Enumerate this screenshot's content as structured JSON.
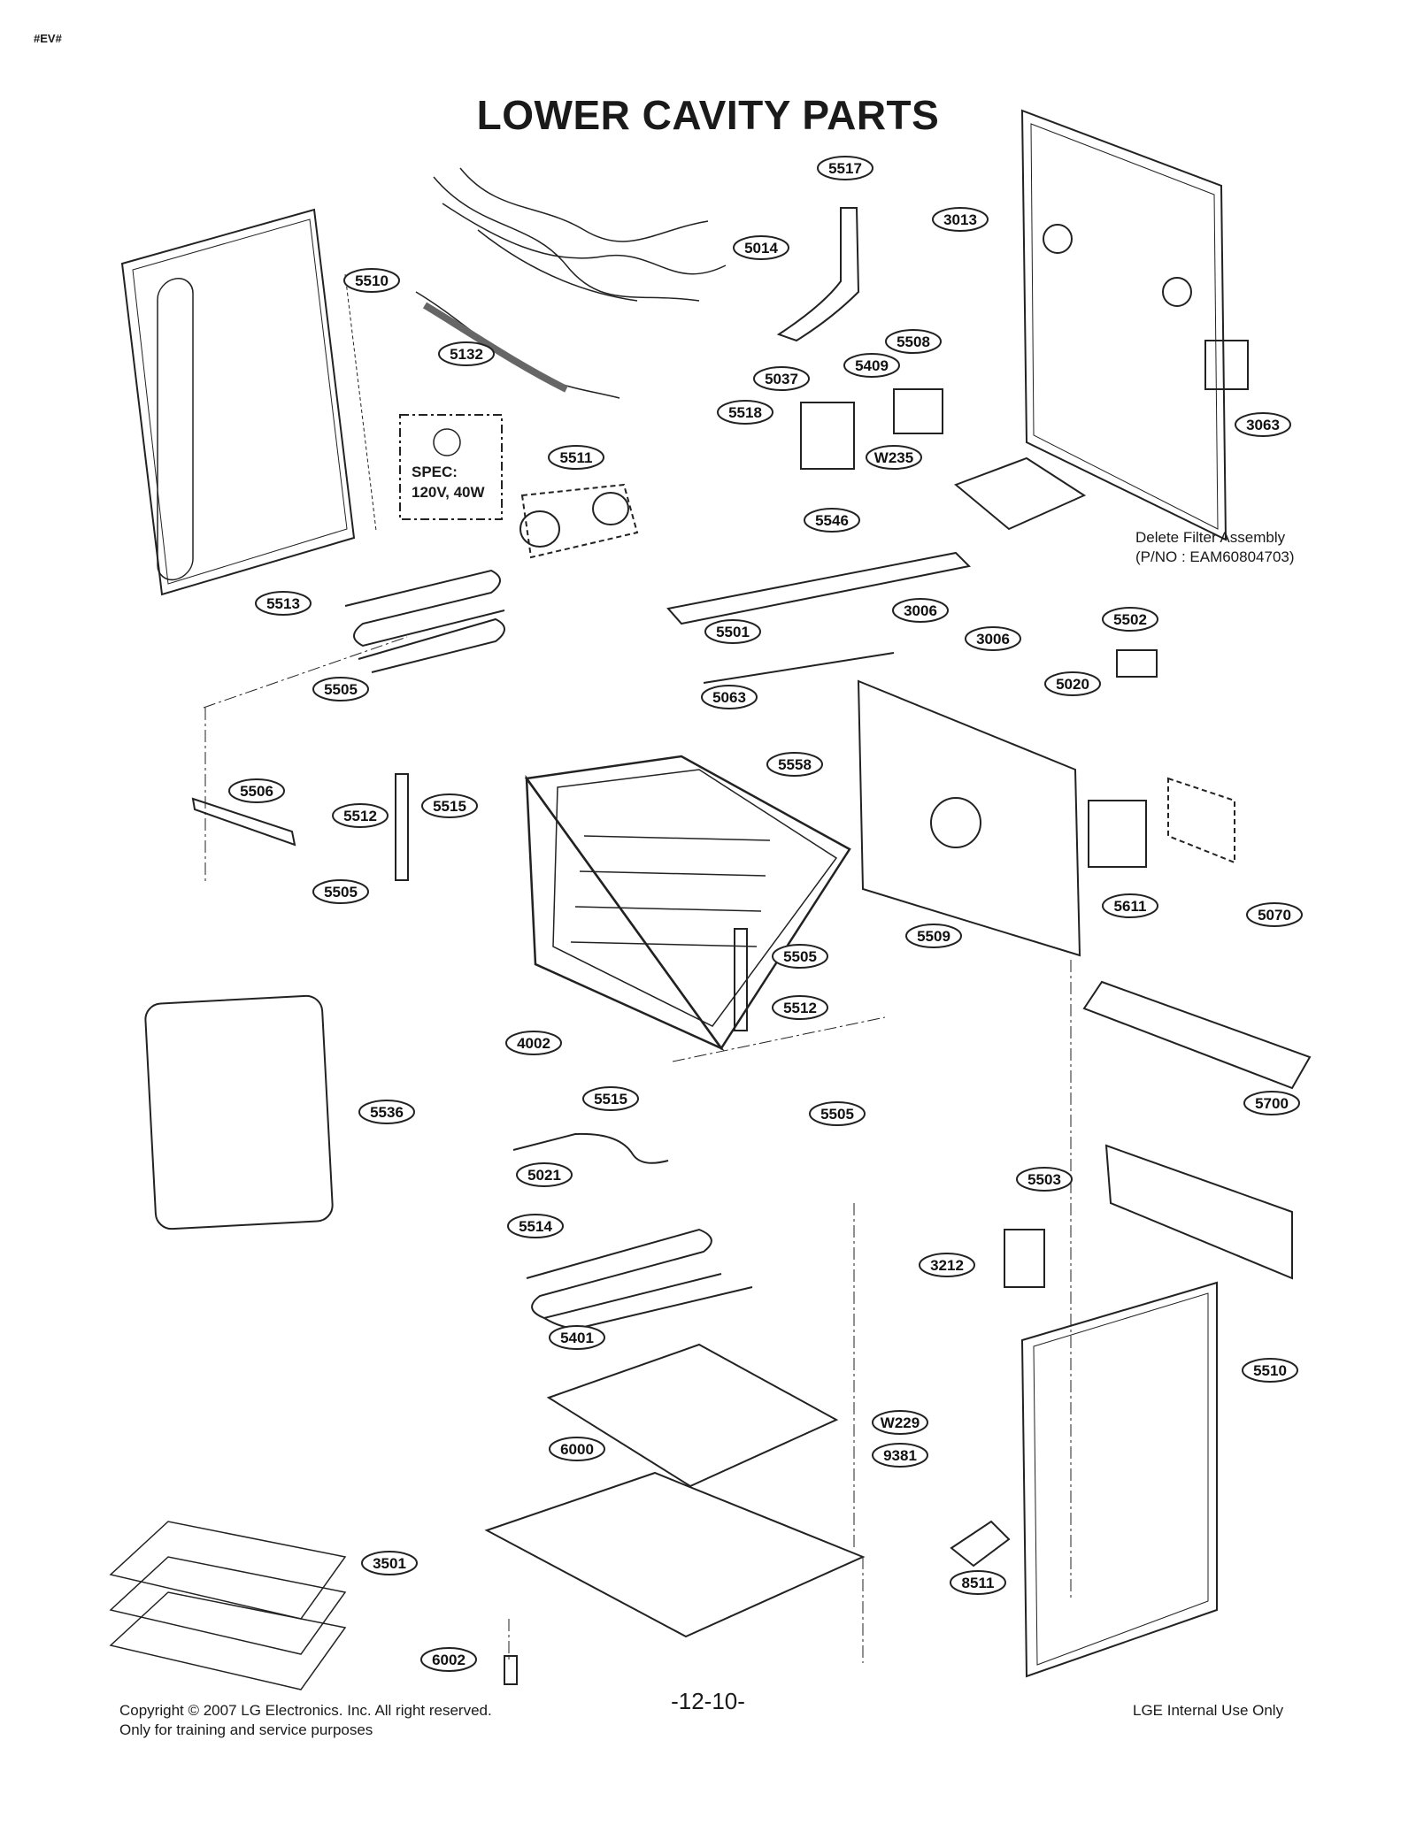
{
  "header": {
    "tag": "#EV#",
    "title": "LOWER CAVITY PARTS"
  },
  "spec": {
    "line1": "SPEC:",
    "line2": "120V, 40W"
  },
  "note": {
    "line1": "Delete Filter Assembly",
    "line2": "(P/NO : EAM60804703)"
  },
  "footer": {
    "copyright": "Copyright © 2007 LG Electronics. Inc. All right reserved.",
    "purpose": "Only for training and service purposes",
    "page": "-12-10-",
    "internal": "LGE Internal Use Only"
  },
  "part_labels": [
    "5517",
    "3013",
    "5014",
    "5510",
    "5132",
    "5037",
    "5508",
    "5409",
    "5518",
    "W235",
    "3063",
    "5511",
    "5546",
    "5513",
    "5501",
    "3006",
    "3006",
    "5502",
    "5020",
    "5505",
    "5063",
    "5558",
    "5506",
    "5512",
    "5515",
    "5505",
    "5509",
    "5611",
    "5070",
    "5505",
    "5512",
    "4002",
    "5515",
    "5505",
    "5700",
    "5536",
    "5021",
    "5503",
    "5514",
    "3212",
    "5401",
    "5510",
    "W229",
    "9381",
    "6000",
    "3501",
    "8511",
    "6002"
  ]
}
